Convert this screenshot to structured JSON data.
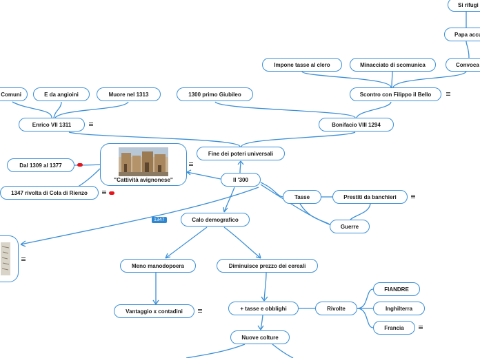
{
  "colors": {
    "line": "#3b8fd6",
    "tag": "#2d87d0",
    "badge": "#e8141c"
  },
  "nodes": {
    "center": "Il '300",
    "fine_poteri": "Fine dei poteri universali",
    "cattivita": "\"Cattività avignonese\"",
    "enrico": "Enrico VII  1311",
    "bonifacio": "Bonifacio VIII 1294",
    "comuni": "Comuni",
    "angioini": "E da angioini",
    "muore": "Muore nel 1313",
    "giubileo": "1300 primo Giubileo",
    "scontro": "Scontro con Filippo il Bello",
    "impone": "Impone tasse al clero",
    "minacciato": "Minacciato di scomunica",
    "convoca": "Convoca",
    "papa": "Papa accu",
    "rifugi": "Si rifugi",
    "dal1309": "Dal 1309 al 1377",
    "rivolta1347": "1347 rivolta di Cola di Rienzo",
    "tasse": "Tasse",
    "prestiti": "Prestiti da banchieri",
    "guerre": "Guerre",
    "calo": "Calo demografico",
    "meno": "Meno manodopoera",
    "diminuisce": "Diminuisce prezzo dei cereali",
    "vantaggio": "Vantaggio x contadini",
    "piu_tasse": "+ tasse e obblighi",
    "rivolte": "Rivolte",
    "fiandre": "FIANDRE",
    "inghilterra": "Inghilterra",
    "francia": "Francia",
    "nuove": "Nuove colture"
  },
  "tag_1347": "1347"
}
